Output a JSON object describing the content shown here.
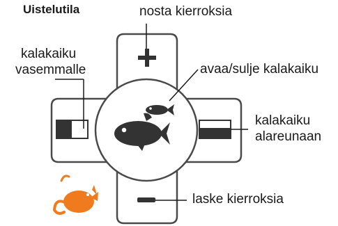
{
  "title": "Uistelutila",
  "labels": {
    "up": "nosta kierroksia",
    "left_line1": "kalakaiku",
    "left_line2": "vasemmalle",
    "center": "avaa/sulje kalakaiku",
    "right_line1": "kalakaiku",
    "right_line2": "alareunaan",
    "down": "laske kierroksia"
  },
  "icons": {
    "up_button": "plus-icon",
    "down_button": "minus-icon",
    "left_button": "left-split-panel-icon",
    "right_button": "bottom-split-panel-icon",
    "center_button": "fish-icon",
    "mode_icon": "trolling-motor-icon"
  },
  "colors": {
    "pad_fill": "#ffffff",
    "pad_border": "#4a4a4a",
    "icon_dark": "#333333",
    "mode_accent": "#f07b1f"
  }
}
